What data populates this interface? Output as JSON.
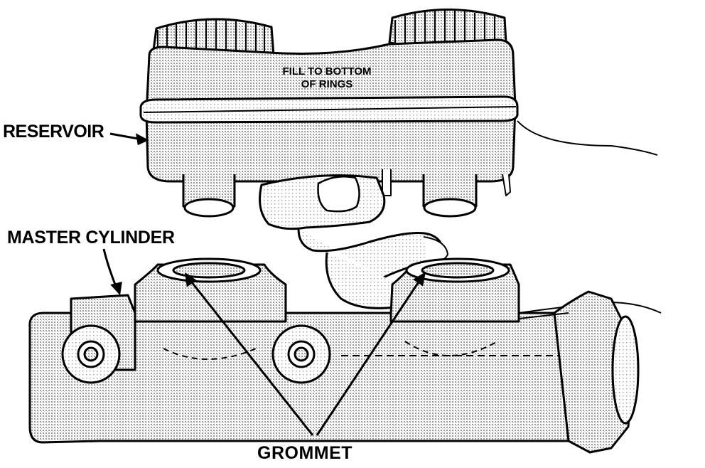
{
  "labels": {
    "reservoir": "RESERVOIR",
    "master_cylinder": "MASTER CYLINDER",
    "grommet": "GROMMET",
    "fill_line1": "FILL TO BOTTOM",
    "fill_line2": "OF RINGS"
  },
  "colors": {
    "ink": "#000000",
    "stipple": "#b9b9b9",
    "paper": "#ffffff"
  }
}
